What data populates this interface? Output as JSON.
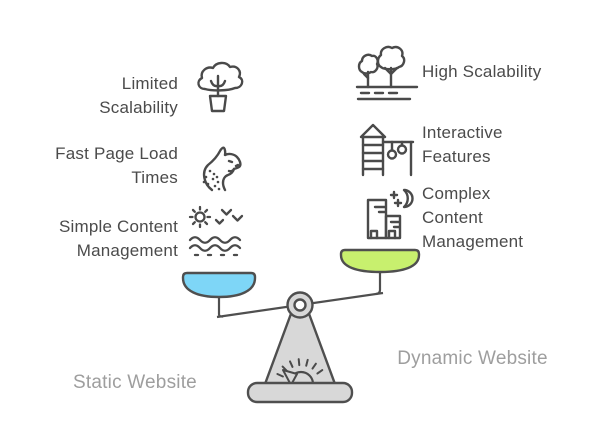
{
  "diagram": {
    "left_items": [
      {
        "label": "Limited Scalability",
        "icon": "potted-plant-icon"
      },
      {
        "label": "Fast Page Load Times",
        "icon": "cheetah-icon"
      },
      {
        "label": "Simple Content Management",
        "icon": "sun-waves-icon"
      }
    ],
    "right_items": [
      {
        "label": "High Scalability",
        "icon": "trees-icon"
      },
      {
        "label": "Interactive Features",
        "icon": "playground-icon"
      },
      {
        "label": "Complex Content Management",
        "icon": "building-moon-icon"
      }
    ],
    "scale": {
      "left_label": "Static Website",
      "right_label": "Dynamic Website",
      "left_pan_color": "#7ed6f7",
      "right_pan_color": "#c8f06e",
      "body_color": "#d8d8d8",
      "outline_color": "#4f4f4f"
    },
    "colors": {
      "feature_text": "#4b4b4b",
      "caption_text": "#9e9e9e",
      "icon_stroke": "#4a4a4a",
      "background": "#ffffff"
    }
  }
}
